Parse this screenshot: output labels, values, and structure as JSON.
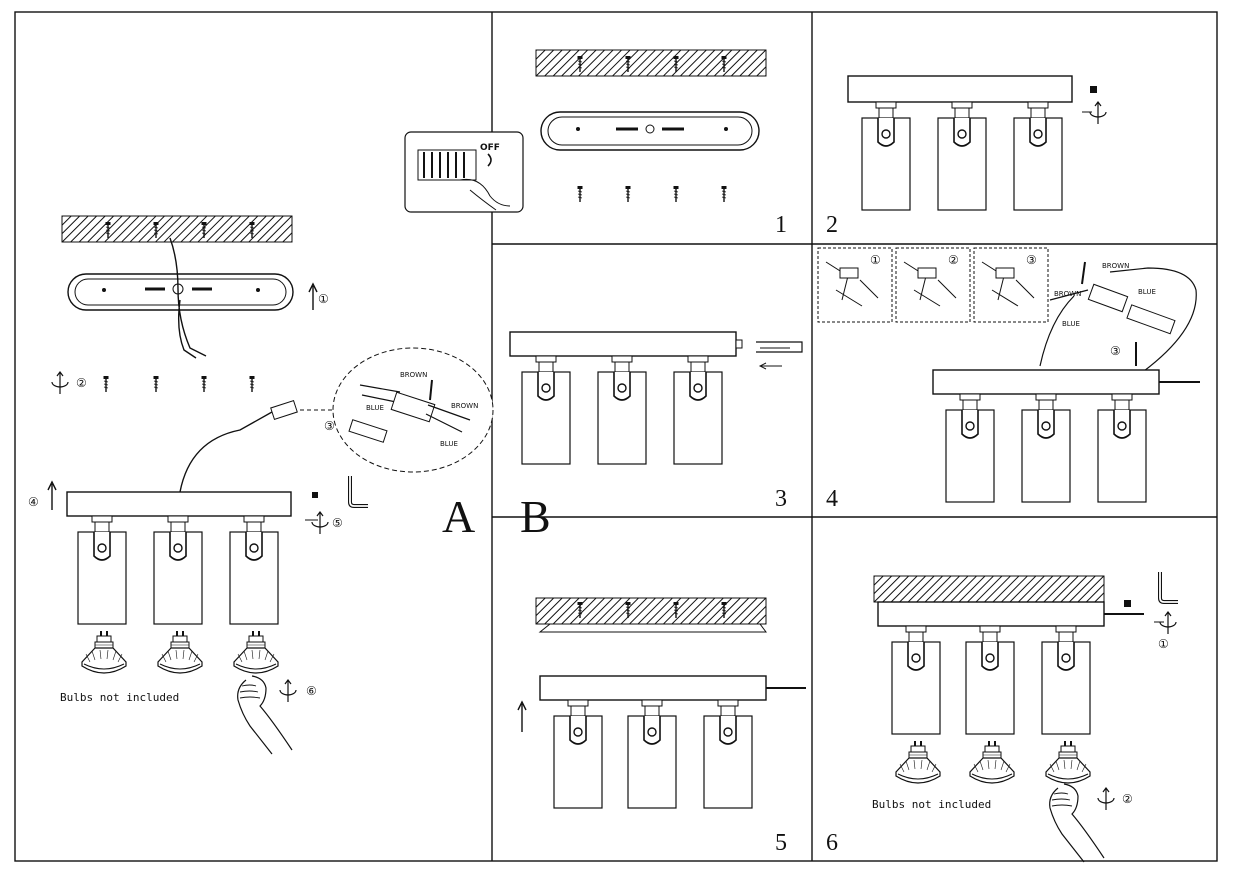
{
  "panel_a": {
    "letter": "A",
    "circled": [
      "①",
      "②",
      "③",
      "④",
      "⑤",
      "⑥"
    ],
    "bulbs_note": "Bulbs not included",
    "wire_labels": {
      "brown": "BROWN",
      "blue": "BLUE"
    }
  },
  "panel_b_letter": "B",
  "switch_label": "OFF",
  "steps": {
    "s1": "1",
    "s2": "2",
    "s3": "3",
    "s4": "4",
    "s5": "5",
    "s6": "6"
  },
  "step4": {
    "inset_numbers": [
      "①",
      "②",
      "③"
    ],
    "callout": "③",
    "wire_labels": {
      "brown": "BROWN",
      "blue": "BLUE"
    }
  },
  "step6": {
    "circled": [
      "①",
      "②"
    ],
    "bulbs_note": "Bulbs not included"
  }
}
